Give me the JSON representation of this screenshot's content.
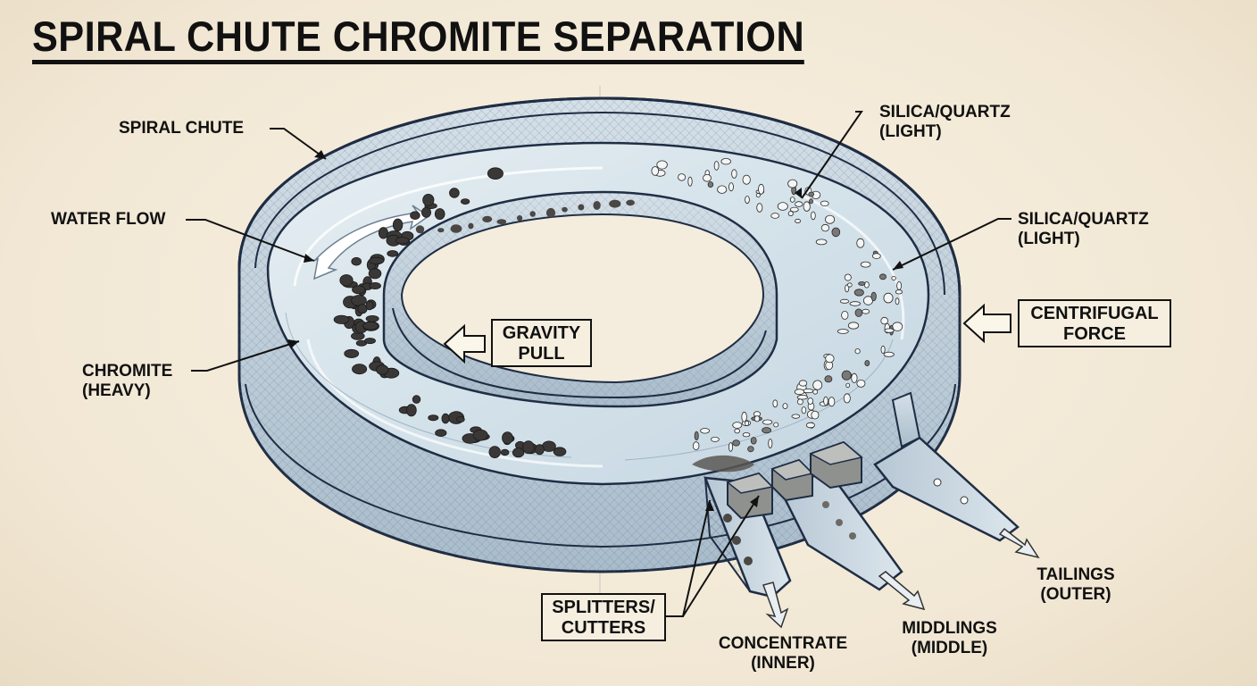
{
  "title": "SPIRAL CHUTE CHROMITE SEPARATION",
  "labels": {
    "spiral_chute": "SPIRAL CHUTE",
    "water_flow": "WATER FLOW",
    "chromite": {
      "line1": "CHROMITE",
      "line2": "(HEAVY)"
    },
    "silica_top": {
      "line1": "SILICA/QUARTZ",
      "line2": "(LIGHT)"
    },
    "silica_mid": {
      "line1": "SILICA/QUARTZ",
      "line2": "(LIGHT)"
    },
    "concentrate": {
      "line1": "CONCENTRATE",
      "line2": "(INNER)"
    },
    "middlings": {
      "line1": "MIDDLINGS",
      "line2": "(MIDDLE)"
    },
    "tailings": {
      "line1": "TAILINGS",
      "line2": "(OUTER)"
    }
  },
  "boxes": {
    "gravity": {
      "line1": "GRAVITY",
      "line2": "PULL"
    },
    "centrifugal": {
      "line1": "CENTRIFUGAL",
      "line2": "FORCE"
    },
    "splitters": {
      "line1": "SPLITTERS/",
      "line2": "CUTTERS"
    }
  },
  "icons": {
    "gravity_arrow": "left-hollow-arrow-icon",
    "centrifugal_arrow": "left-hollow-arrow-icon",
    "water_flow_arrow": "curved-double-arrow-icon"
  },
  "colors": {
    "paper": "#f3ead9",
    "ink": "#111111",
    "chute_steel": "#c9d6e0",
    "chute_outline": "#1f2d44",
    "water": "#dbe7ee",
    "chromite": "#3a3836",
    "silica": "#f4f6f6"
  }
}
